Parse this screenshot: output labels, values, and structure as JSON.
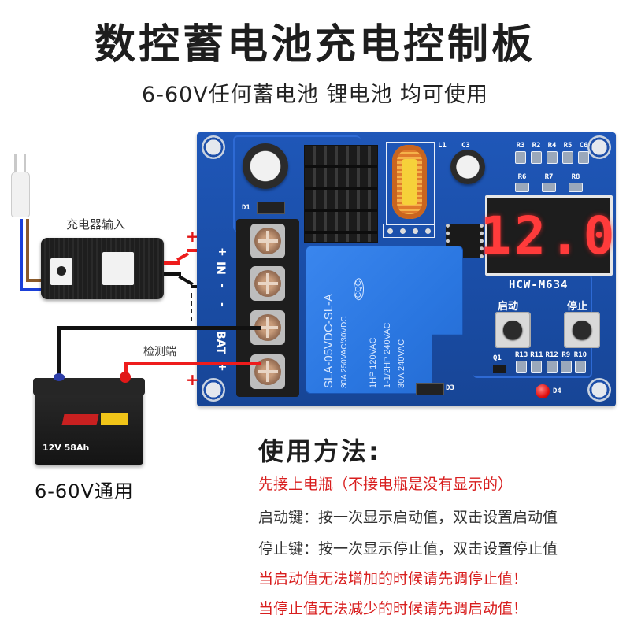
{
  "header": {
    "title": "数控蓄电池充电控制板",
    "subtitle": "6-60V任何蓄电池  锂电池  均可使用"
  },
  "diagram": {
    "charger_label": "充电器输入",
    "sense_label": "检测端",
    "battery_voltage_label": "6-60V通用",
    "battery_spec": "12V 58Ah",
    "plus_sign": "+",
    "minus_sign": "-"
  },
  "board": {
    "model": "HCW-M634",
    "display_value": "12.0",
    "display_color": "#ff3b3b",
    "pcb_color": "#1f57b8",
    "start_button_label": "启动",
    "stop_button_label": "停止",
    "terminals": {
      "in_label": "IN",
      "bat_label": "BAT",
      "in_plus": "+",
      "in_minus": "-",
      "bat_minus": "-",
      "bat_plus": "+"
    },
    "silkscreen": {
      "top_row": [
        "R3",
        "R2",
        "R4",
        "R5",
        "C6"
      ],
      "mid_row": [
        "R6",
        "R7",
        "R8"
      ],
      "bottom_row": [
        "R13",
        "R11",
        "R12",
        "R9",
        "R10"
      ],
      "l1": "L1",
      "c3": "C3",
      "d1": "D1",
      "d3": "D3",
      "d4": "D4",
      "q1": "Q1"
    },
    "relay": {
      "line1": "SLA-05VDC-SL-A",
      "line2": "30A  250VAC/30VDC",
      "line3": "1HP 120VAC",
      "line4": "1-1/2HP 240VAC",
      "line5": "30A 240VAC",
      "cert": "CQC"
    }
  },
  "usage": {
    "title": "使用方法:",
    "lines": [
      {
        "text": "先接上电瓶（不接电瓶是没有显示的）",
        "color": "#d81e1e"
      },
      {
        "text": "启动键：按一次显示启动值，双击设置启动值",
        "color": "#333333"
      },
      {
        "text": "停止键：按一次显示停止值，双击设置停止值",
        "color": "#333333"
      },
      {
        "text": "当启动值无法增加的时候请先调停止值！",
        "color": "#d81e1e"
      },
      {
        "text": "当停止值无法减少的时候请先调启动值！",
        "color": "#d81e1e"
      }
    ]
  }
}
